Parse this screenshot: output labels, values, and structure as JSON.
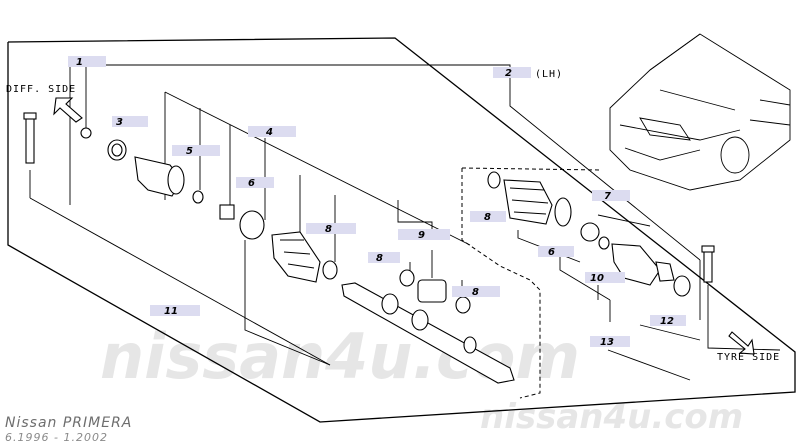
{
  "diagram": {
    "side_labels": {
      "diff": "DIFF. SIDE",
      "tyre": "TYRE SIDE"
    },
    "qualifier": "(LH)",
    "callouts": {
      "c1": "1",
      "c2": "2",
      "c3": "3",
      "c4": "4",
      "c5": "5",
      "c6a": "6",
      "c6b": "6",
      "c7": "7",
      "c8a": "8",
      "c8b": "8",
      "c8c": "8",
      "c8d": "8",
      "c9": "9",
      "c10": "10",
      "c11": "11",
      "c12": "12",
      "c13": "13"
    }
  },
  "watermark": {
    "large": "nissan4u.com",
    "small": "nissan4u.com"
  },
  "footer": {
    "model": "Nissan PRIMERA",
    "years": "6.1996 - 1.2002"
  }
}
